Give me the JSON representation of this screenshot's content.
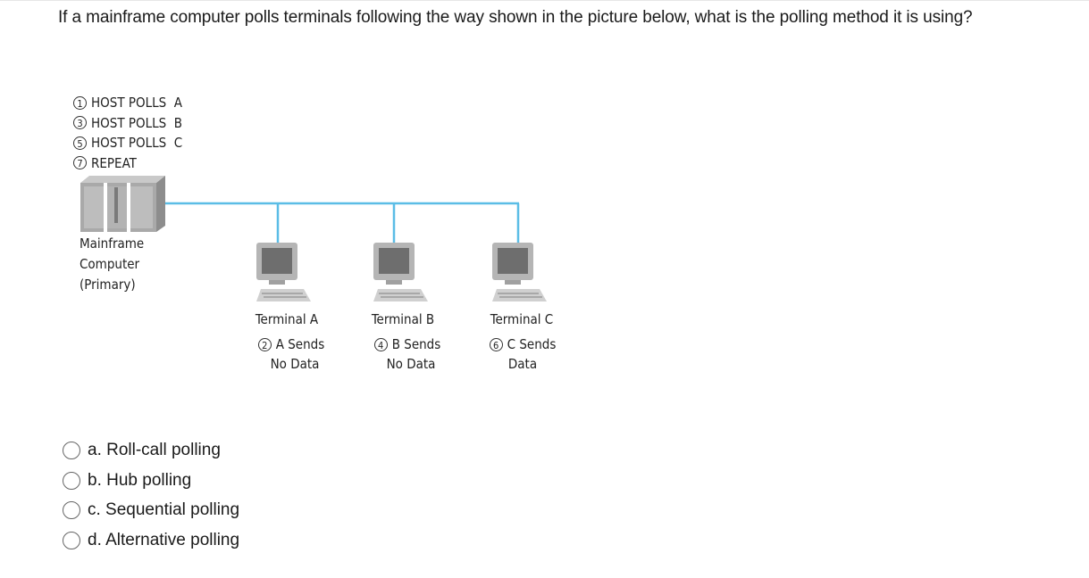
{
  "question": "If a mainframe computer polls terminals following the way shown in the picture below, what is the polling method it is using?",
  "diagram": {
    "steps": [
      {
        "num": "1",
        "text": "HOST POLLS  A"
      },
      {
        "num": "3",
        "text": "HOST POLLS  B"
      },
      {
        "num": "5",
        "text": "HOST POLLS  C"
      },
      {
        "num": "7",
        "text": "REPEAT"
      }
    ],
    "mainframe": {
      "line1": "Mainframe",
      "line2": "Computer",
      "line3": "(Primary)"
    },
    "terminals": [
      {
        "name": "Terminal A",
        "num": "2",
        "line1": "A Sends",
        "line2": "No Data"
      },
      {
        "name": "Terminal B",
        "num": "4",
        "line1": "B Sends",
        "line2": "No Data"
      },
      {
        "name": "Terminal C",
        "num": "6",
        "line1": "C Sends",
        "line2": "Data"
      }
    ],
    "colors": {
      "network_line": "#5bbde6",
      "computer_gray": "#9a9a9a"
    }
  },
  "options": [
    {
      "label": "a. Roll-call polling"
    },
    {
      "label": "b. Hub polling"
    },
    {
      "label": "c. Sequential polling"
    },
    {
      "label": "d. Alternative polling"
    }
  ]
}
